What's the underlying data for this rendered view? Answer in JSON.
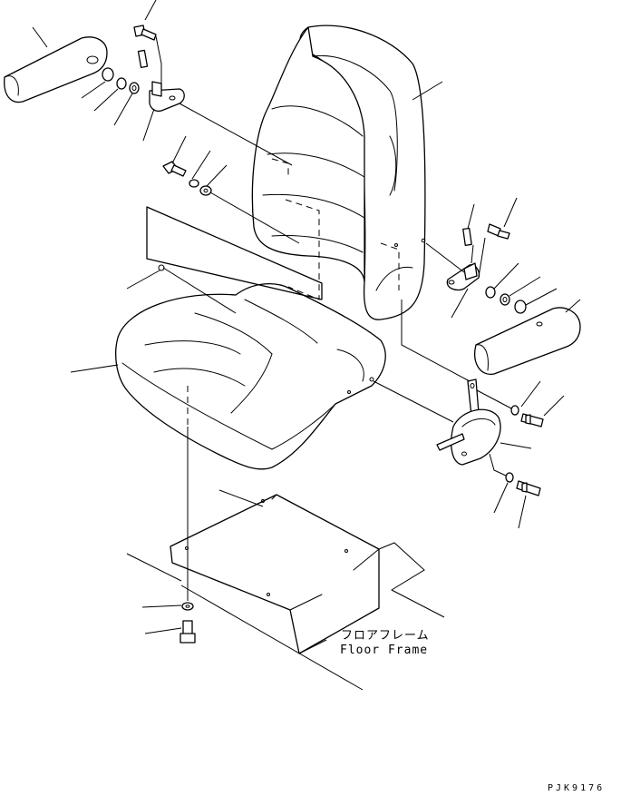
{
  "labels": {
    "floor_frame_jp": "フロアフレーム",
    "floor_frame_en": "Floor Frame",
    "drawing_code": "PJK9176"
  }
}
